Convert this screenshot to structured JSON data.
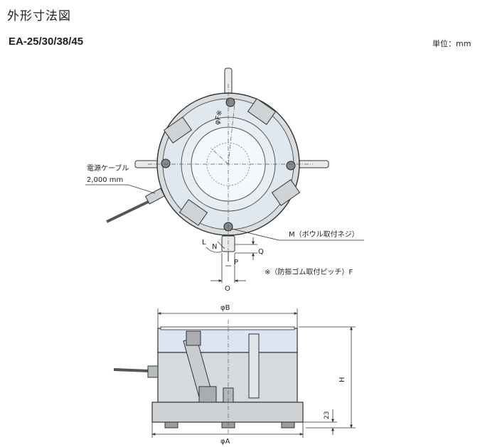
{
  "header": {
    "title": "外形寸法図",
    "model": "EA-25/30/38/45",
    "unit": "単位：mm"
  },
  "top_view": {
    "cable_label": "電源ケーブル",
    "cable_length": "2,000 mm",
    "phi_f": "φF※",
    "label_m": "M（ボウル取付ネジ）",
    "label_l": "L",
    "label_n": "N",
    "label_q": "Q",
    "label_p": "P",
    "label_o": "O",
    "note": "※（防振ゴム取付ピッチ）F"
  },
  "side_view": {
    "phi_b": "φB",
    "phi_a": "φA",
    "label_h": "H",
    "label_23": "23"
  },
  "colors": {
    "body_grey": "#d7dadc",
    "bowl_blue": "#dbe6f2",
    "line": "#333333",
    "accent_blue": "#6aa0cc"
  }
}
